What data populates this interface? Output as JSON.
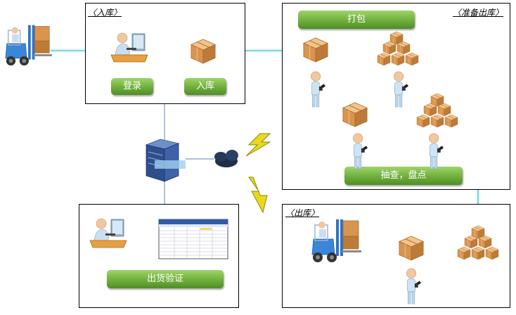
{
  "panels": {
    "inbound_title": "〈入库〉",
    "prepare_title": "〈准备出库〉",
    "outbound_title": "〈出库〉"
  },
  "buttons": {
    "login": "登录",
    "inbound": "入库",
    "pack": "打包",
    "spot_check": "抽查，盘点",
    "verify": "出货验证"
  },
  "colors": {
    "arrow": "#5ccbe8",
    "button": "#6fae3c",
    "box": "#d9a062",
    "server": "#2f4f8c",
    "lightning": "#e8d91c"
  },
  "icons": [
    "forklift-icon",
    "worker-at-computer-icon",
    "cardboard-box-icon",
    "box-pyramid-icon",
    "scanner-worker-icon",
    "server-icon",
    "cloud-icon",
    "lightning-icon",
    "spreadsheet-icon"
  ]
}
